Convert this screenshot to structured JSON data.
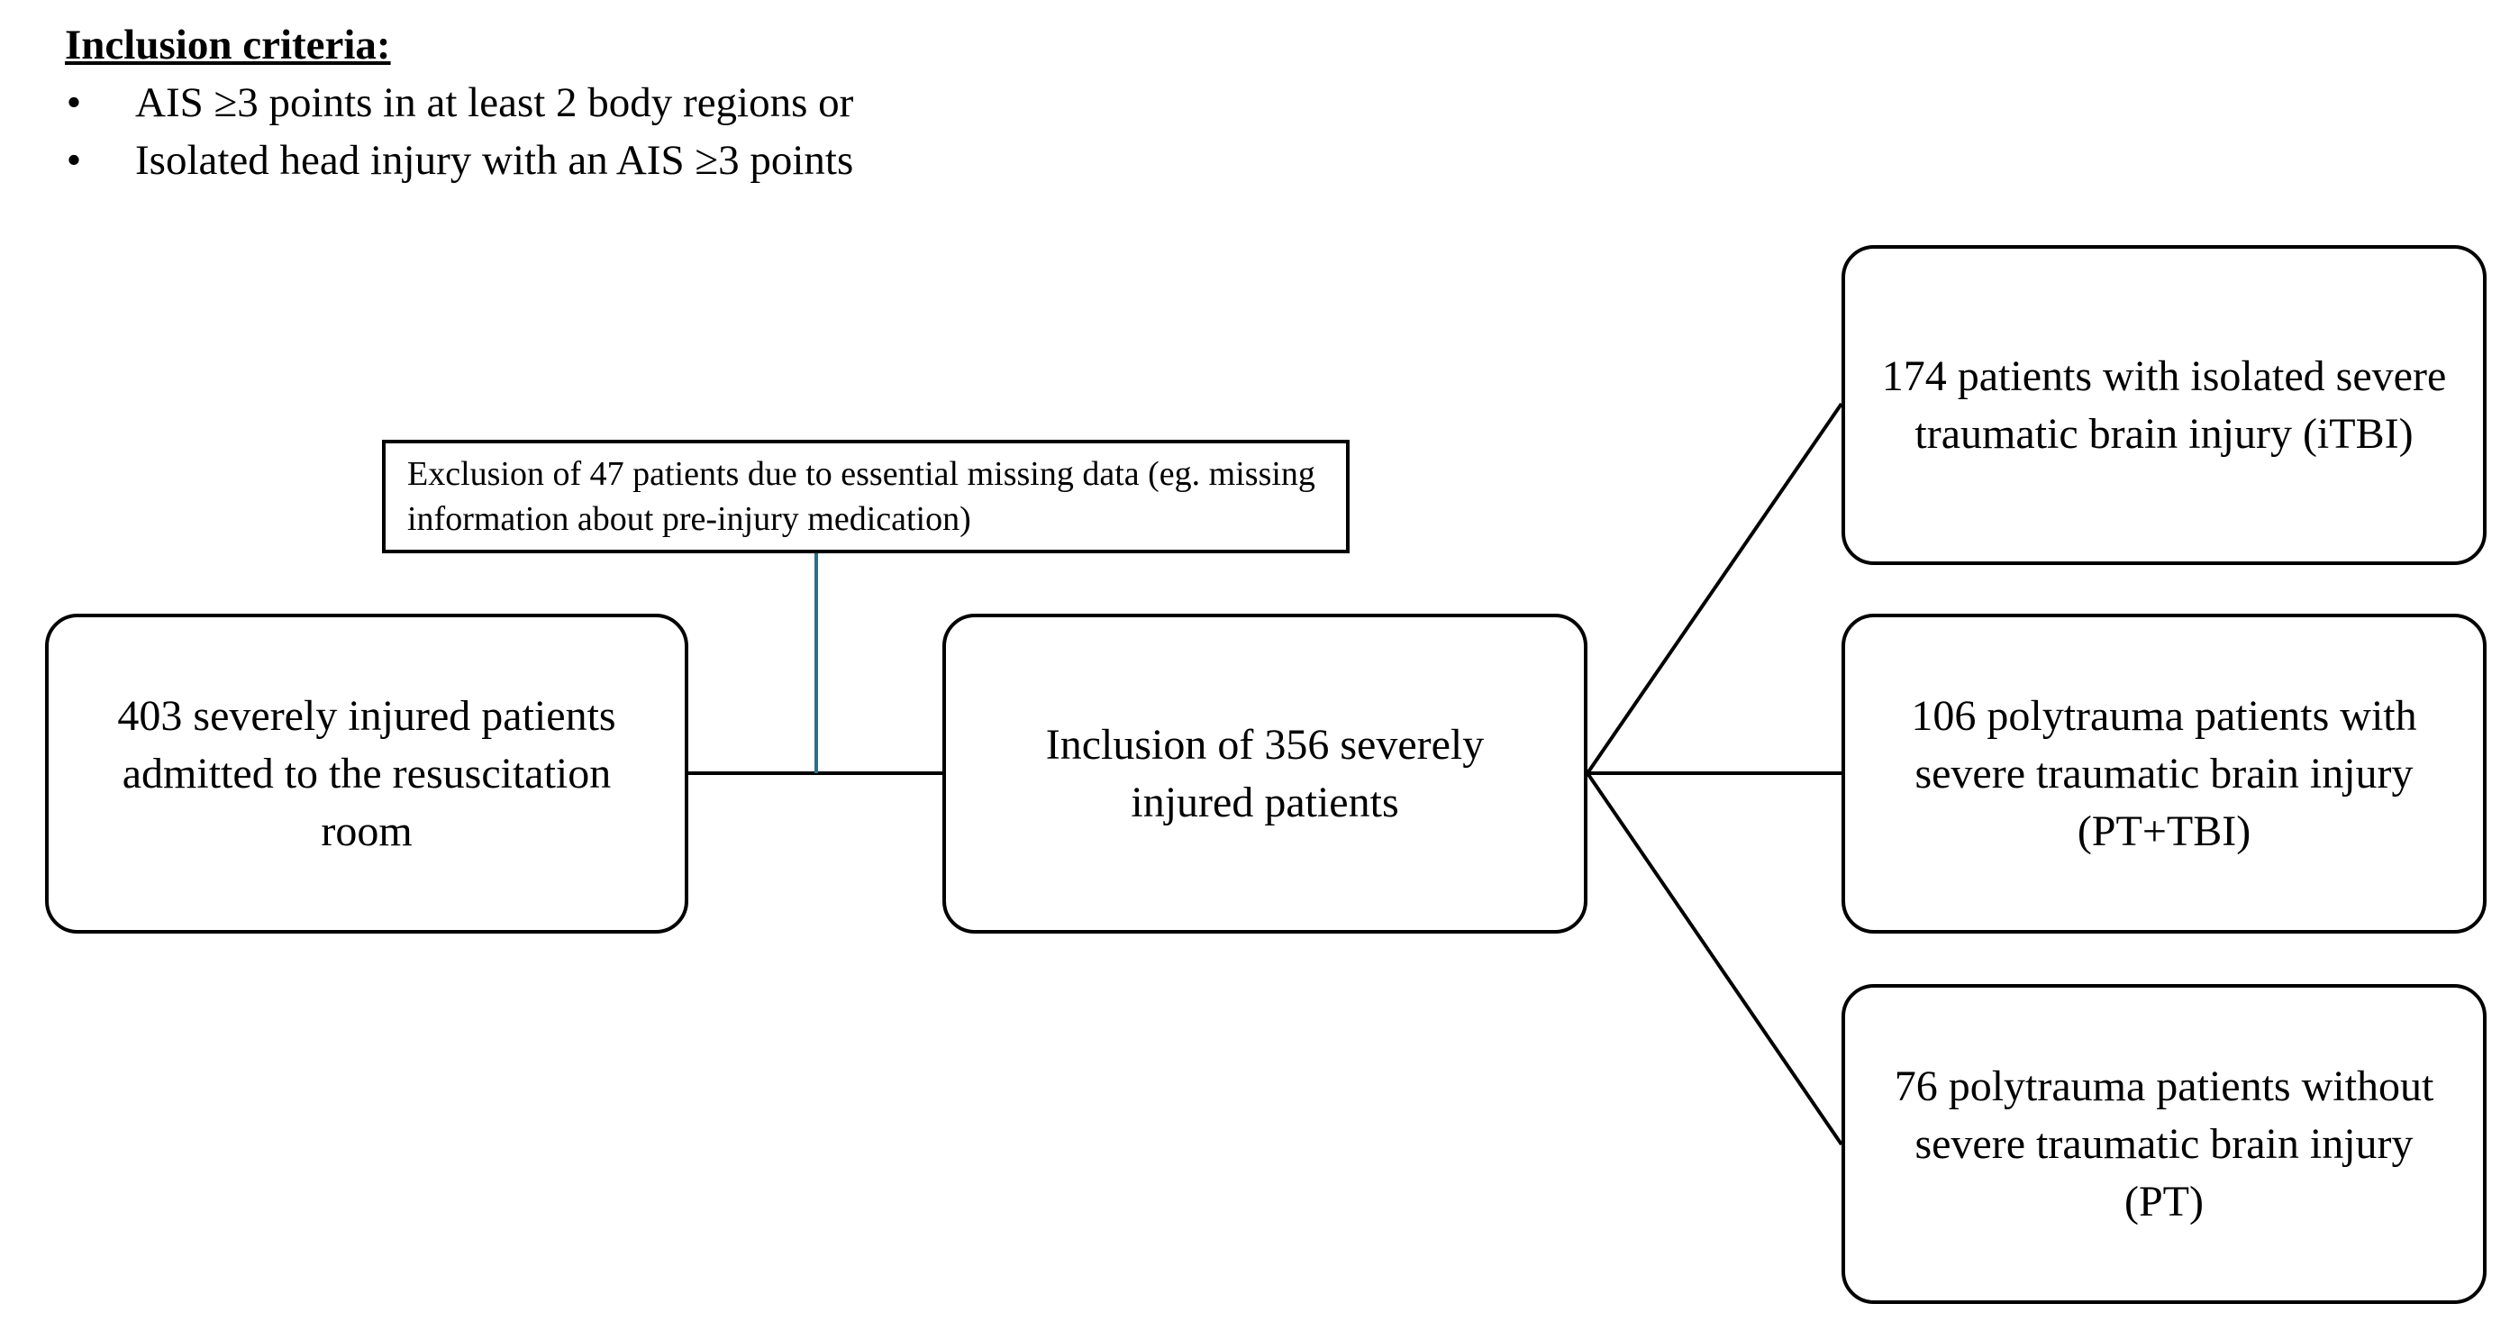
{
  "inclusion_criteria": {
    "title": "Inclusion criteria:",
    "items": [
      "AIS ≥3 points in at least 2 body regions or",
      "Isolated head injury with an AIS ≥3 points"
    ]
  },
  "flow": {
    "admitted": "403 severely injured patients admitted to the resuscitation room",
    "exclusion": "Exclusion of 47 patients due to essential missing data (eg. missing information about pre-injury medication)",
    "included": "Inclusion of 356 severely injured patients",
    "outcomes": [
      "174 patients with isolated severe traumatic brain injury (iTBI)",
      "106 polytrauma patients with severe traumatic brain injury (PT+TBI)",
      "76 polytrauma patients without severe traumatic brain injury (PT)"
    ]
  },
  "colors": {
    "border": "#000000",
    "exclusion_connector": "#2e6e86",
    "background": "#ffffff"
  }
}
